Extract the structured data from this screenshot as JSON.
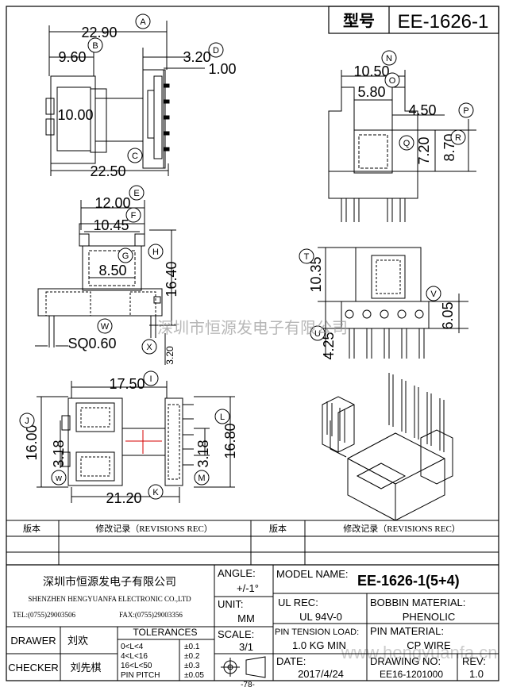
{
  "header": {
    "type_label": "型号",
    "model": "EE-1626-1"
  },
  "dims": {
    "A": "22.90",
    "B": "9.60",
    "D": "3.20",
    "D2": "1.00",
    "bodyH": "10.00",
    "C": "22.50",
    "N": "10.50",
    "O": "5.80",
    "P": "4.50",
    "Q": "7.20",
    "R": "8.70",
    "E": "12.00",
    "F": "10.45",
    "G": "8.50",
    "H": "16.40",
    "W": "SQ0.60",
    "X": "3.20",
    "T": "10.35",
    "V": "6.05",
    "U": "4.25",
    "I": "17.50",
    "J": "16.00",
    "w2": "3.18",
    "L": "16.80",
    "M2": "3.18",
    "K": "21.20"
  },
  "circles": [
    "A",
    "B",
    "C",
    "D",
    "N",
    "O",
    "P",
    "Q",
    "R",
    "E",
    "F",
    "G",
    "H",
    "W",
    "X",
    "T",
    "V",
    "U",
    "I",
    "J",
    "L",
    "K",
    "w",
    "M"
  ],
  "watermarks": {
    "center": "深圳市恒源发电子有限公司",
    "bottom": "www.hengyuanfa.cn"
  },
  "revisions": {
    "col1": "版本",
    "col2": "修改记录（REVISIONS REC）",
    "col3": "版本",
    "col4": "修改记录（REVISIONS REC）"
  },
  "company": {
    "cn": "深圳市恒源发电子有限公司",
    "en": "SHENZHEN HENGYUANFA ELECTRONIC CO.,LTD",
    "tel": "TEL:(0755)29003506",
    "fax": "FAX:(0755)29003356"
  },
  "title_block": {
    "angle_label": "ANGLE:",
    "angle_value": "+/-1°",
    "unit_label": "UNIT:",
    "unit_value": "MM",
    "scale_label": "SCALE:",
    "scale_value": "3/1",
    "model_label": "MODEL NAME:",
    "model_value": "EE-1626-1(5+4)",
    "ul_label": "UL REC:",
    "ul_value": "UL 94V-0",
    "bobbin_label": "BOBBIN MATERIAL:",
    "bobbin_value": "PHENOLIC",
    "tension_label": "PIN TENSION LOAD:",
    "tension_value": "1.0 KG MIN",
    "pinmat_label": "PIN MATERIAL:",
    "pinmat_value": "CP WIRE",
    "date_label": "DATE:",
    "date_value": "2017/4/24",
    "drawing_label": "DRAWING NO:",
    "drawing_value": "EE16-1201000",
    "rev_label": "REV:",
    "rev_value": "1.0",
    "drawer_label": "DRAWER",
    "drawer_value": "刘欢",
    "checker_label": "CHECKER",
    "checker_value": "刘先棋",
    "tol_title": "TOLERANCES",
    "tolerances": [
      {
        "range": "0<L<4",
        "tol": "±0.1"
      },
      {
        "range": "4<L<16",
        "tol": "±0.2"
      },
      {
        "range": "16<L<50",
        "tol": "±0.3"
      },
      {
        "range": "PIN PITCH",
        "tol": "±0.05"
      }
    ],
    "page_mark": "-78-"
  }
}
